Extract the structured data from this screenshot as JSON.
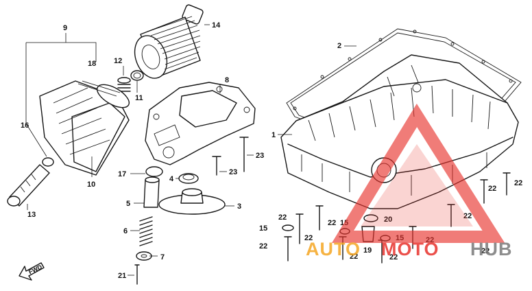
{
  "diagram": {
    "part_numbers": [
      "1",
      "2",
      "3",
      "4",
      "5",
      "6",
      "7",
      "8",
      "9",
      "10",
      "11",
      "12",
      "13",
      "14",
      "15",
      "16",
      "17",
      "18",
      "19",
      "20",
      "21",
      "22",
      "23"
    ],
    "direction_label": "FWD"
  },
  "watermark": {
    "text_part1": "AUTO",
    "text_part2": "MOTO",
    "text_part3": "HUB",
    "colors": {
      "orange": "#f5a623",
      "red": "#e8322c",
      "gray": "#7a7a7a"
    }
  }
}
